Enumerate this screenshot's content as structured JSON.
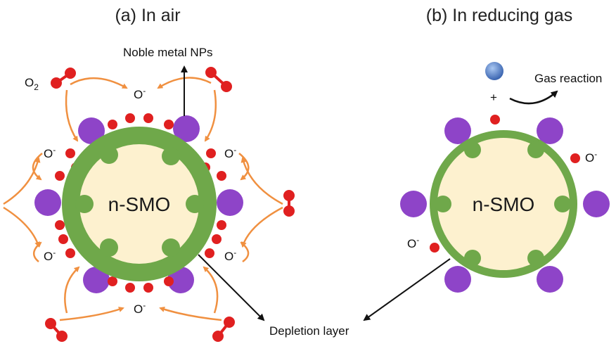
{
  "panel_a": {
    "title": "(a) In air",
    "core_label": "n-SMO",
    "noble_metal_label": "Noble metal NPs",
    "o2_label": "O",
    "o2_subscript": "2",
    "ion_label": "O",
    "ion_charge": "-"
  },
  "panel_b": {
    "title": "(b) In reducing gas",
    "core_label": "n-SMO",
    "gas_reaction_label": "Gas reaction",
    "plus_sign": "+",
    "ion_label": "O",
    "ion_charge": "-"
  },
  "shared": {
    "depletion_label": "Depletion layer"
  },
  "colors": {
    "shell": "#6fa84a",
    "core": "#fdf1cf",
    "noble_metal": "#8e44c8",
    "oxygen": "#e02020",
    "flow_arrow": "#f09040",
    "gas_molecule": "#4f7fd0",
    "line": "#111111"
  }
}
